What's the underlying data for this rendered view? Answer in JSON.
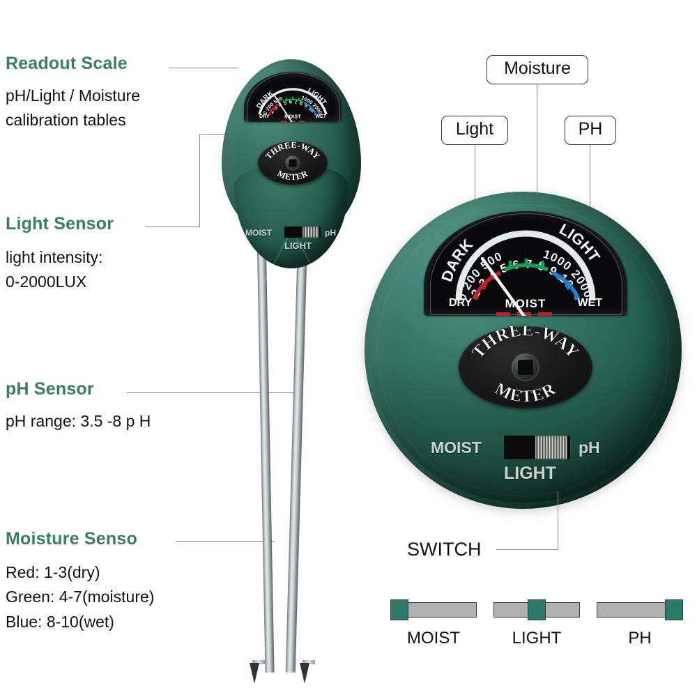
{
  "product": {
    "brand_top": "THREE-WAY",
    "brand_bottom": "METER"
  },
  "annotations": [
    {
      "title": "Readout Scale",
      "lines": [
        "pH/Light / Moisture",
        "calibration tables"
      ]
    },
    {
      "title": "Light Sensor",
      "lines": [
        "light intensity:",
        "0-2000LUX"
      ]
    },
    {
      "title": "pH Sensor",
      "lines": [
        "pH range: 3.5 -8  p  H"
      ]
    },
    {
      "title": "Moisture Senso",
      "lines": [
        "Red: 1-3(dry)",
        "Green: 4-7(moisture)",
        "Blue: 8-10(wet)"
      ]
    }
  ],
  "pills": {
    "moisture": "Moisture",
    "light": "Light",
    "ph": "PH"
  },
  "switch_callout": "SWITCH",
  "dial": {
    "light_scale_left_label": "DARK",
    "light_scale_right_label": "LIGHT",
    "light_ticks": [
      "0",
      "200",
      "500",
      "1000",
      "2000"
    ],
    "moisture_ticks": [
      "2",
      "3",
      "4",
      "5",
      "6",
      "7",
      "8",
      "9",
      "10"
    ],
    "left_label": "DRY",
    "center_label": "MOIST",
    "right_label": "WET",
    "zone_red": "1-3",
    "zone_green": "4-7",
    "zone_blue": "8-10"
  },
  "switch": {
    "left_label": "MOIST",
    "right_label": "pH",
    "bottom_label": "LIGHT"
  },
  "slider_legend": [
    {
      "caption": "MOIST",
      "position": "left"
    },
    {
      "caption": "LIGHT",
      "position": "center"
    },
    {
      "caption": "PH",
      "position": "right"
    }
  ],
  "colors": {
    "heading_green": "#3a7d64",
    "body_green": "#2b6456",
    "zone_red": "#c0202a",
    "zone_green": "#14a05a",
    "zone_blue": "#1f7fd0",
    "knob_green": "#2e7a6a",
    "track_gray": "#b0b0b0",
    "text_black": "#111111"
  }
}
